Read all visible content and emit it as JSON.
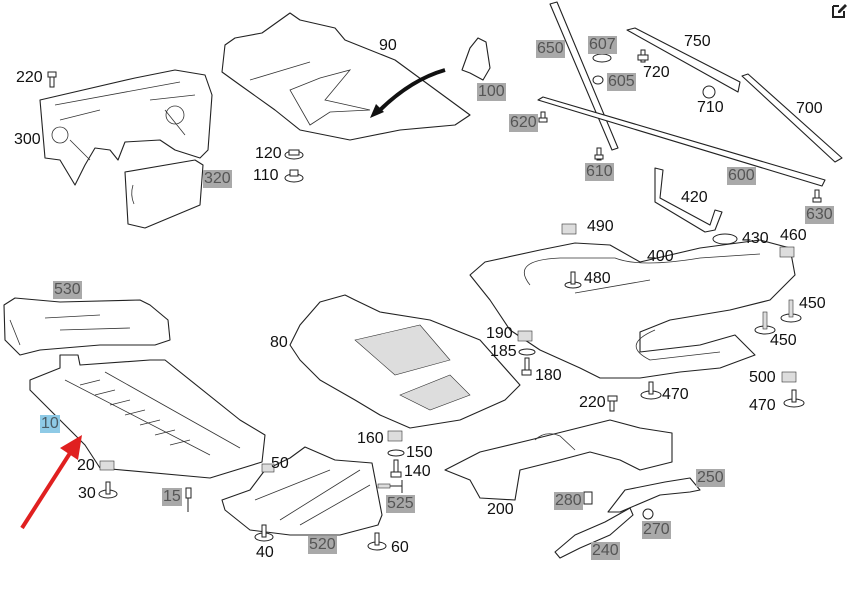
{
  "diagram": {
    "title": "Underbody panelling exploded parts diagram",
    "highlight_colors": {
      "gray": "#a9a9a9",
      "blue": "#8ecae6",
      "arrow": "#e02020"
    },
    "callout_arrow": {
      "color": "#e02020",
      "points_to": "10"
    },
    "edit_button": {
      "icon": "edit-pencil-icon"
    },
    "labels": [
      {
        "id": "220a",
        "text": "220",
        "style": "plain"
      },
      {
        "id": "300",
        "text": "300",
        "style": "plain"
      },
      {
        "id": "320",
        "text": "320",
        "style": "gray"
      },
      {
        "id": "90",
        "text": "90",
        "style": "plain"
      },
      {
        "id": "100",
        "text": "100",
        "style": "gray"
      },
      {
        "id": "120",
        "text": "120",
        "style": "plain"
      },
      {
        "id": "110",
        "text": "110",
        "style": "plain"
      },
      {
        "id": "650",
        "text": "650",
        "style": "gray"
      },
      {
        "id": "607",
        "text": "607",
        "style": "gray"
      },
      {
        "id": "605",
        "text": "605",
        "style": "gray"
      },
      {
        "id": "750",
        "text": "750",
        "style": "plain"
      },
      {
        "id": "720",
        "text": "720",
        "style": "plain"
      },
      {
        "id": "710",
        "text": "710",
        "style": "plain"
      },
      {
        "id": "700",
        "text": "700",
        "style": "plain"
      },
      {
        "id": "620",
        "text": "620",
        "style": "gray"
      },
      {
        "id": "610",
        "text": "610",
        "style": "gray"
      },
      {
        "id": "600",
        "text": "600",
        "style": "gray"
      },
      {
        "id": "630",
        "text": "630",
        "style": "gray"
      },
      {
        "id": "420",
        "text": "420",
        "style": "plain"
      },
      {
        "id": "490",
        "text": "490",
        "style": "plain"
      },
      {
        "id": "430",
        "text": "430",
        "style": "plain"
      },
      {
        "id": "460",
        "text": "460",
        "style": "plain"
      },
      {
        "id": "400",
        "text": "400",
        "style": "plain"
      },
      {
        "id": "480",
        "text": "480",
        "style": "plain"
      },
      {
        "id": "450a",
        "text": "450",
        "style": "plain"
      },
      {
        "id": "450b",
        "text": "450",
        "style": "plain"
      },
      {
        "id": "190",
        "text": "190",
        "style": "plain"
      },
      {
        "id": "185",
        "text": "185",
        "style": "plain"
      },
      {
        "id": "180",
        "text": "180",
        "style": "plain"
      },
      {
        "id": "500",
        "text": "500",
        "style": "plain"
      },
      {
        "id": "470a",
        "text": "470",
        "style": "plain"
      },
      {
        "id": "470b",
        "text": "470",
        "style": "plain"
      },
      {
        "id": "220b",
        "text": "220",
        "style": "plain"
      },
      {
        "id": "530",
        "text": "530",
        "style": "gray"
      },
      {
        "id": "80",
        "text": "80",
        "style": "plain"
      },
      {
        "id": "10",
        "text": "10",
        "style": "blue"
      },
      {
        "id": "20",
        "text": "20",
        "style": "plain"
      },
      {
        "id": "30",
        "text": "30",
        "style": "plain"
      },
      {
        "id": "15",
        "text": "15",
        "style": "gray"
      },
      {
        "id": "50",
        "text": "50",
        "style": "plain"
      },
      {
        "id": "40",
        "text": "40",
        "style": "plain"
      },
      {
        "id": "520",
        "text": "520",
        "style": "gray"
      },
      {
        "id": "60",
        "text": "60",
        "style": "plain"
      },
      {
        "id": "160",
        "text": "160",
        "style": "plain"
      },
      {
        "id": "150",
        "text": "150",
        "style": "plain"
      },
      {
        "id": "140",
        "text": "140",
        "style": "plain"
      },
      {
        "id": "525",
        "text": "525",
        "style": "gray"
      },
      {
        "id": "200",
        "text": "200",
        "style": "plain"
      },
      {
        "id": "280",
        "text": "280",
        "style": "gray"
      },
      {
        "id": "250",
        "text": "250",
        "style": "gray"
      },
      {
        "id": "270",
        "text": "270",
        "style": "gray"
      },
      {
        "id": "240",
        "text": "240",
        "style": "gray"
      }
    ]
  }
}
